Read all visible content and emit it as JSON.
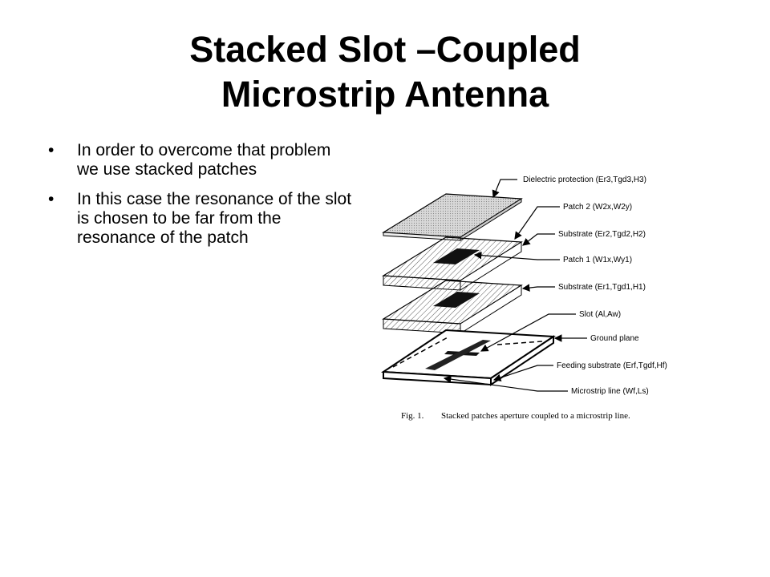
{
  "slide": {
    "title_line1": "Stacked Slot –Coupled",
    "title_line2": "Microstrip Antenna",
    "bullets": [
      "In order to overcome that problem we use stacked patches",
      "In this case the resonance of the slot is chosen to be far from the resonance of the patch"
    ]
  },
  "figure": {
    "labels": [
      "Dielectric protection (Er3,Tgd3,H3)",
      "Patch 2 (W2x,W2y)",
      "Substrate (Er2,Tgd2,H2)",
      "Patch 1 (W1x,Wy1)",
      "Substrate (Er1,Tgd1,H1)",
      "Slot (Al,Aw)",
      "Ground plane",
      "Feeding substrate (Erf,Tgdf,Hf)",
      "Microstrip line (Wf,Ls)"
    ],
    "caption_label": "Fig. 1.",
    "caption_text": "Stacked patches aperture coupled to a microstrip line."
  }
}
